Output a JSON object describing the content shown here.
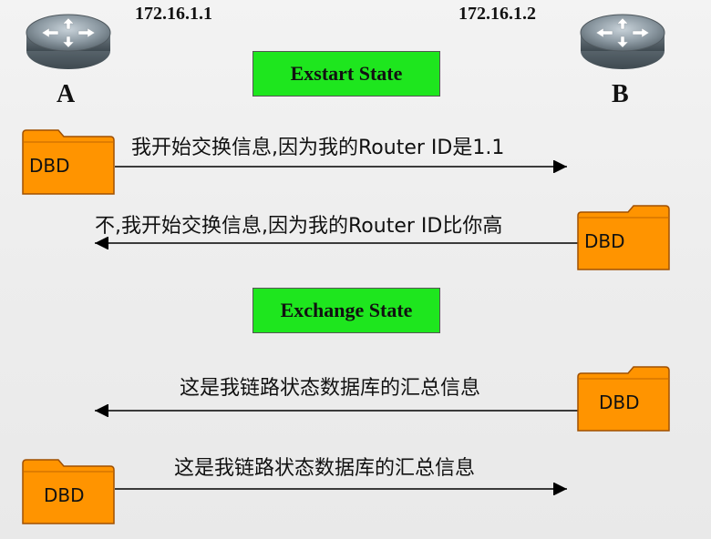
{
  "routers": {
    "a": {
      "ip": "172.16.1.1",
      "label": "A"
    },
    "b": {
      "ip": "172.16.1.2",
      "label": "B"
    }
  },
  "states": {
    "exstart": "Exstart State",
    "exchange": "Exchange State"
  },
  "messages": {
    "m1": "我开始交换信息,因为我的Router ID是1.1",
    "m2": "不,我开始交换信息,因为我的Router ID比你高",
    "m3": "这是我链路状态数据库的汇总信息",
    "m4": "这是我链路状态数据库的汇总信息"
  },
  "packet_label": "DBD",
  "colors": {
    "folder_fill": "#ff9400",
    "folder_stroke": "#a05000",
    "state_fill": "#1ee61e"
  }
}
